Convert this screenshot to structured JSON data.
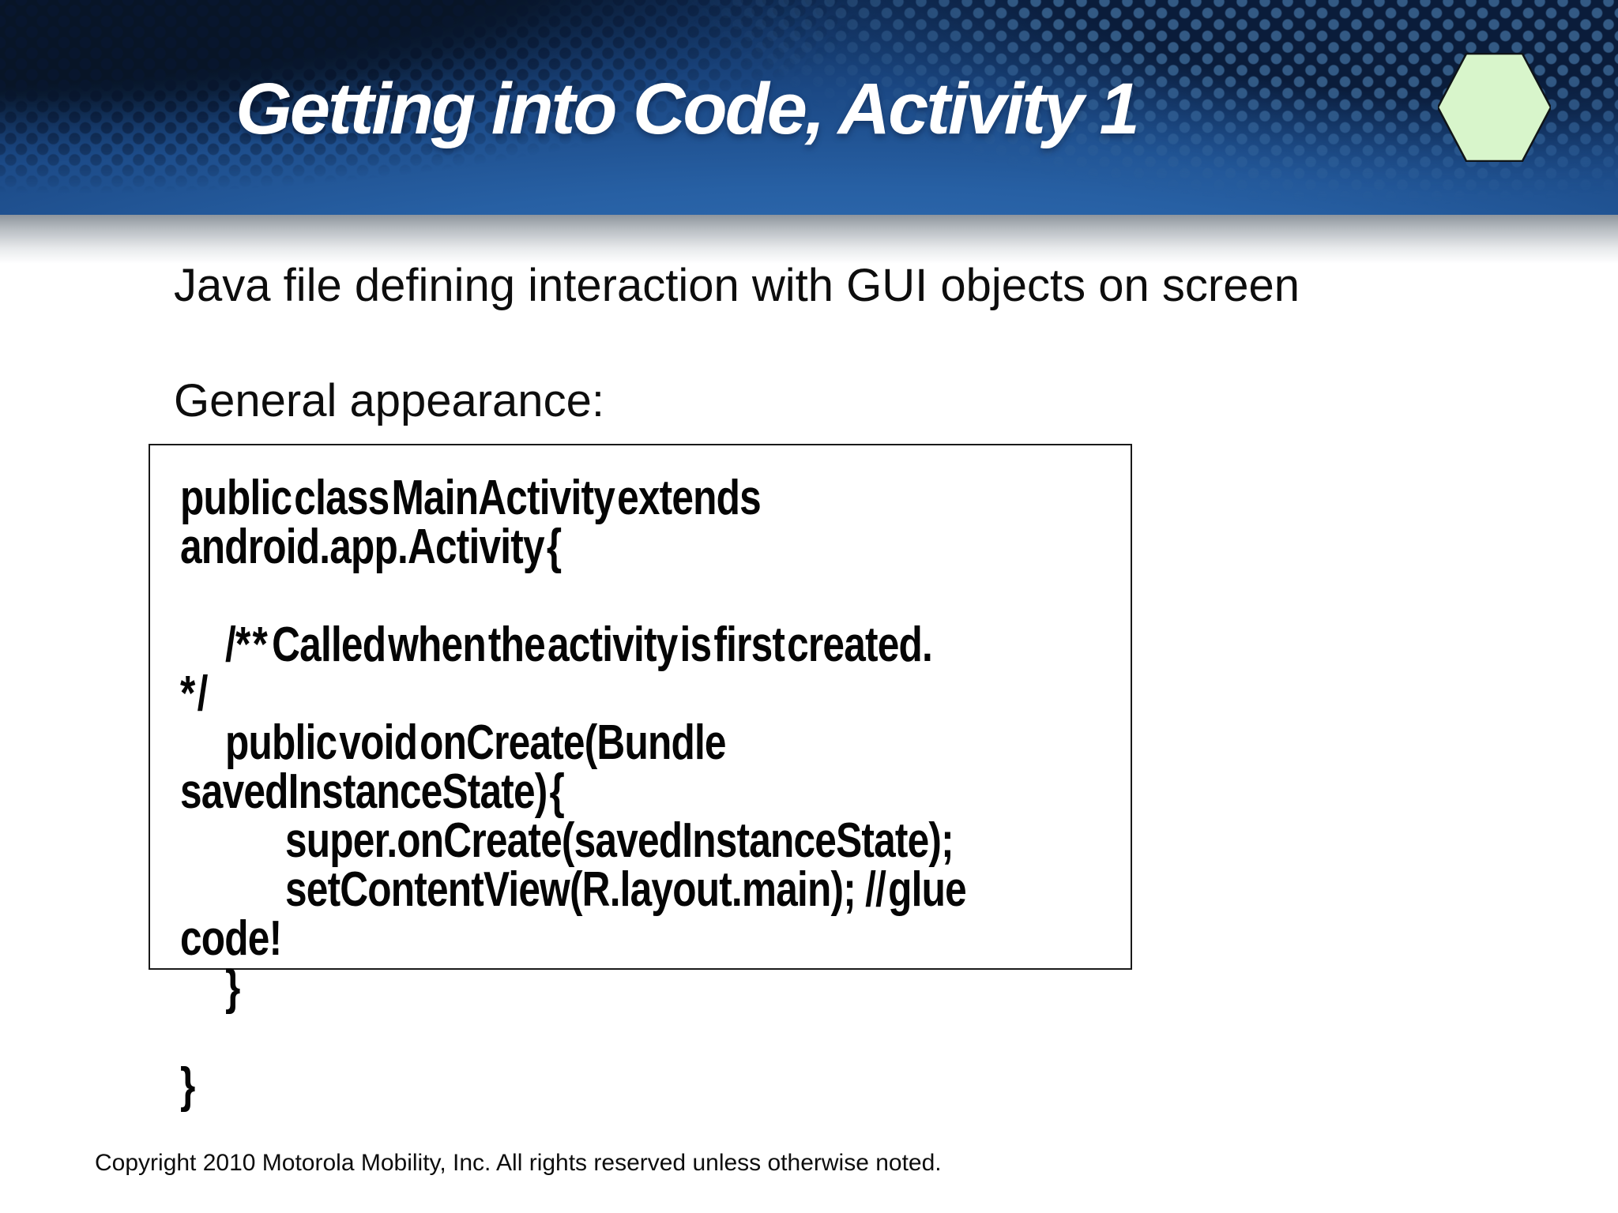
{
  "slide": {
    "title": "Getting into Code, Activity 1",
    "body_line1": "Java file defining interaction with GUI objects on screen",
    "body_line2": "General appearance:",
    "footer": "Copyright 2010 Motorola Mobility, Inc. All rights reserved unless otherwise noted."
  },
  "code_box": {
    "lines": [
      {
        "indent": 0,
        "text": "public class MainActivity extends"
      },
      {
        "indent": 0,
        "text": "android.app.Activity {"
      },
      {
        "indent": 0,
        "text": ""
      },
      {
        "indent": 1,
        "text": "/* *  Called when the activity is first created."
      },
      {
        "indent": 0,
        "text": "* /"
      },
      {
        "indent": 1,
        "text": "public void onCreate(Bundle"
      },
      {
        "indent": 0,
        "text": "savedInstanceState) {"
      },
      {
        "indent": 2,
        "text": "super.onCreate(savedInstanceState);"
      },
      {
        "indent": 2,
        "text": "setContentView(R.layout.main);    // glue"
      },
      {
        "indent": 0,
        "text": "code!"
      },
      {
        "indent": 1,
        "text": "}"
      },
      {
        "indent": 0,
        "text": ""
      },
      {
        "indent": 0,
        "text": "}"
      }
    ]
  },
  "colors": {
    "header_blue_center": "#2760a4",
    "header_blue_dark": "#0b1f40",
    "halftone_dark_dot": "#08162e",
    "halftone_light_dot": "#406e9c",
    "title_text": "#ffffff",
    "hexagon_fill": "#d8f5cb",
    "hexagon_stroke": "#101418",
    "body_text": "#0d0d0d",
    "code_box_border": "#1a1a1a",
    "page_background": "#ffffff"
  }
}
